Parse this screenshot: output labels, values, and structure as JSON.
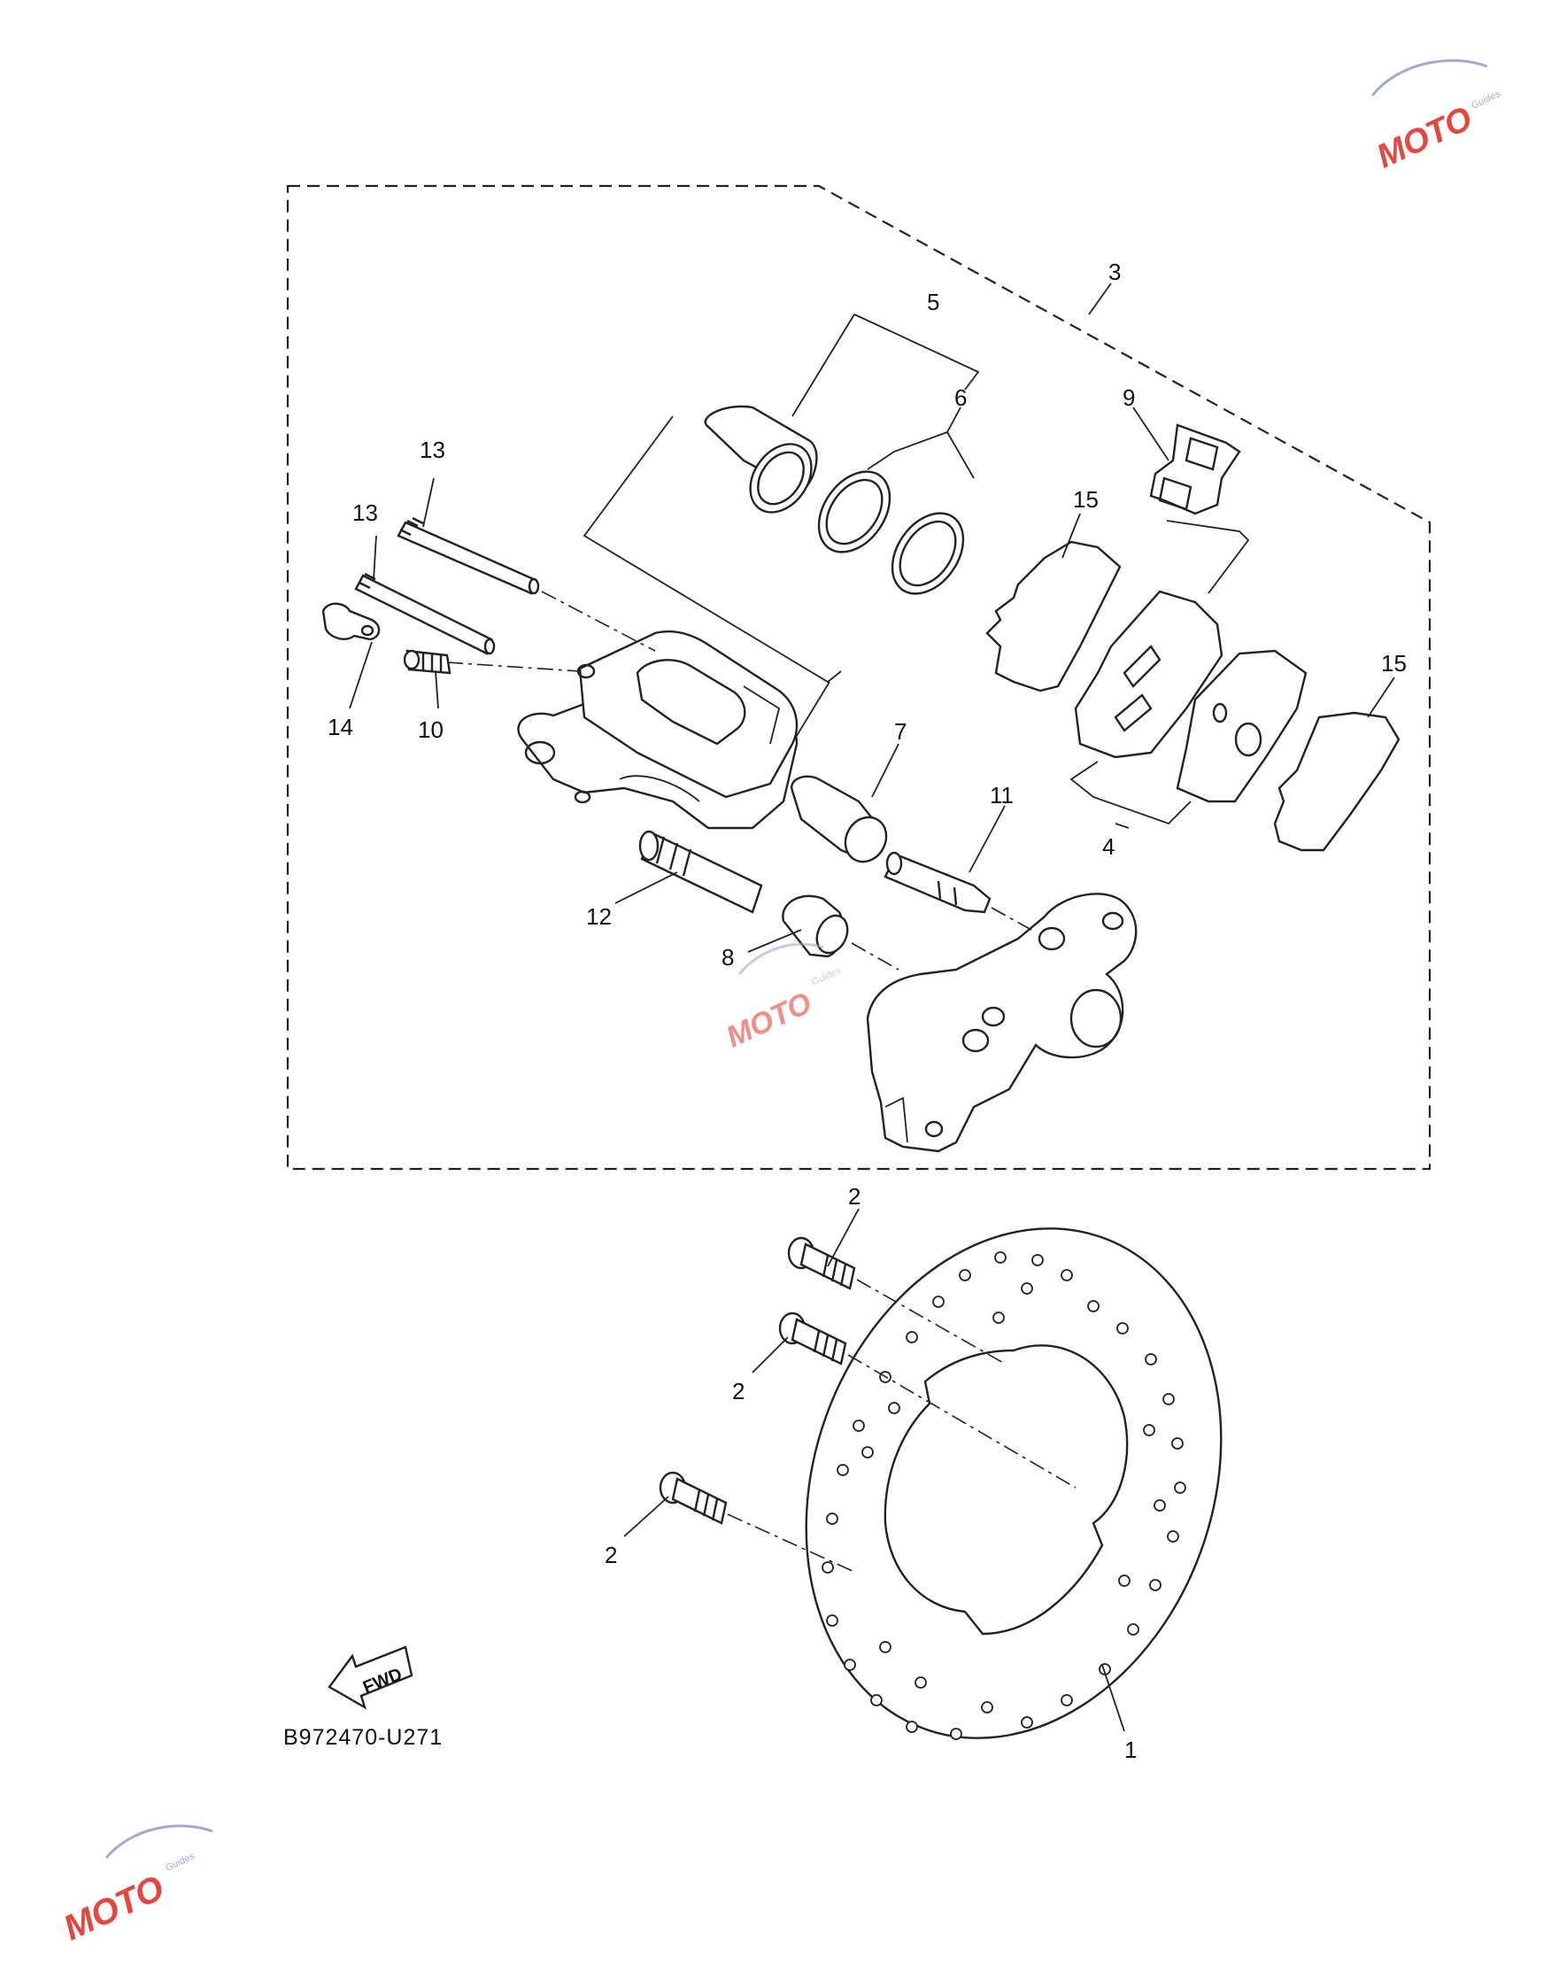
{
  "diagram": {
    "part_code": "B972470-U271",
    "fwd_label": "FWD",
    "callouts": {
      "c1": "1",
      "c2a": "2",
      "c2b": "2",
      "c2c": "2",
      "c3": "3",
      "c4": "4",
      "c5": "5",
      "c6": "6",
      "c7": "7",
      "c8": "8",
      "c9": "9",
      "c10": "10",
      "c11": "11",
      "c12": "12",
      "c13a": "13",
      "c13b": "13",
      "c14": "14",
      "c15a": "15",
      "c15b": "15"
    }
  },
  "watermark": {
    "brand": "MOTO",
    "sub": "Guides",
    "color": "#e2342c"
  }
}
